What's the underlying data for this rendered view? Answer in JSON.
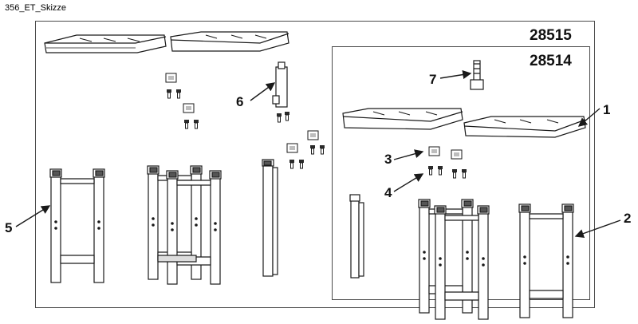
{
  "sheet_label": "356_ET_Skizze",
  "kits": {
    "outer": "28515",
    "inner": "28514"
  },
  "callouts": [
    "1",
    "2",
    "3",
    "4",
    "5",
    "6",
    "7"
  ],
  "colors": {
    "line": "#1a1a1a",
    "fill": "#ffffff",
    "shade": "#d9d9d9"
  }
}
